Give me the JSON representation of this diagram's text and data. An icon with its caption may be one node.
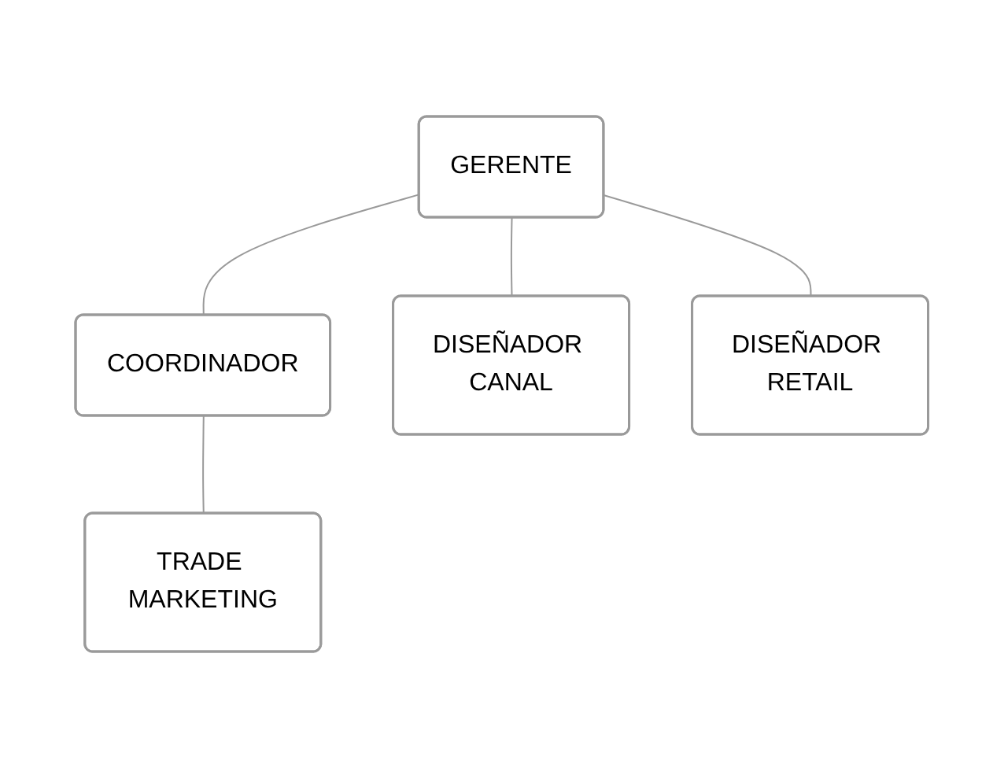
{
  "diagram": {
    "nodes": [
      {
        "text": [
          "GERENTE"
        ]
      },
      {
        "text": [
          "COORDINADOR"
        ]
      },
      {
        "text": [
          "DISEÑADOR CANAL"
        ]
      },
      {
        "text": [
          "DISEÑADOR RETAIL"
        ]
      },
      {
        "text": [
          "TRADE MARKETING"
        ]
      }
    ],
    "edges": [
      {
        "from": 0,
        "to": 1,
        "arrow": "none"
      },
      {
        "from": 0,
        "to": 2,
        "arrow": "none"
      },
      {
        "from": 0,
        "to": 3,
        "arrow": "none"
      },
      {
        "from": 1,
        "to": 4,
        "arrow": "none"
      }
    ]
  }
}
